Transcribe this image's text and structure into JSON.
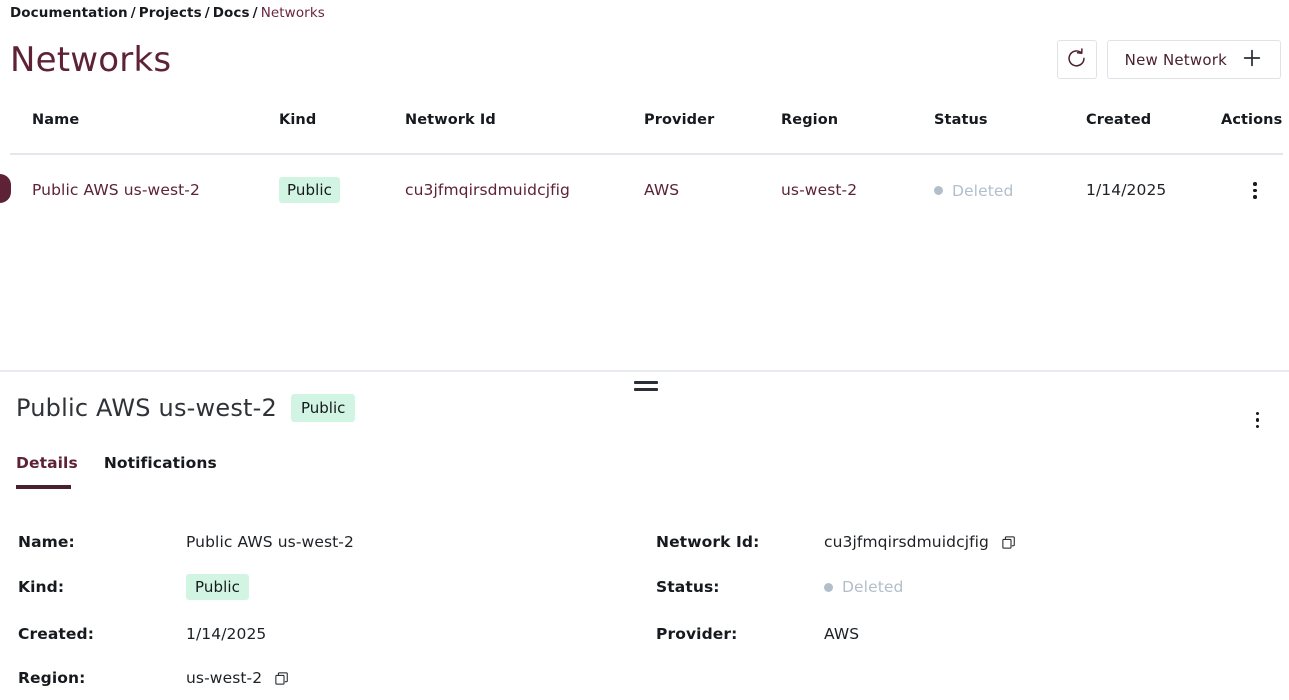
{
  "breadcrumb": {
    "items": [
      "Documentation",
      "Projects",
      "Docs",
      "Networks"
    ],
    "separator": "/"
  },
  "page": {
    "title": "Networks"
  },
  "toolbar": {
    "refresh_icon": "refresh-counterclockwise-icon",
    "new_network_label": "New Network",
    "new_network_icon": "plus-icon"
  },
  "table": {
    "columns": [
      "Name",
      "Kind",
      "Network Id",
      "Provider",
      "Region",
      "Status",
      "Created",
      "Actions"
    ],
    "rows": [
      {
        "name": "Public AWS us-west-2",
        "kind": "Public",
        "network_id": "cu3jfmqirsdmuidcjfig",
        "provider": "AWS",
        "region": "us-west-2",
        "status": "Deleted",
        "created": "1/14/2025",
        "actions_icon": "kebab-menu-icon",
        "selected": true
      }
    ]
  },
  "detail": {
    "title": "Public AWS us-west-2",
    "badge": "Public",
    "actions_icon": "kebab-menu-icon",
    "tabs": [
      {
        "label": "Details",
        "active": true
      },
      {
        "label": "Notifications",
        "active": false
      }
    ],
    "fields_left": [
      {
        "label": "Name:",
        "value": "Public AWS us-west-2",
        "type": "text"
      },
      {
        "label": "Kind:",
        "value": "Public",
        "type": "badge"
      },
      {
        "label": "Created:",
        "value": "1/14/2025",
        "type": "text"
      },
      {
        "label": "Region:",
        "value": "us-west-2",
        "type": "text-copy"
      }
    ],
    "fields_right": [
      {
        "label": "Network Id:",
        "value": "cu3jfmqirsdmuidcjfig",
        "type": "text-copy"
      },
      {
        "label": "Status:",
        "value": "Deleted",
        "type": "status"
      },
      {
        "label": "Provider:",
        "value": "AWS",
        "type": "text"
      }
    ],
    "copy_icon": "copy-icon"
  },
  "colors": {
    "accent": "#5d2236",
    "accent_dark": "#4a1f30",
    "badge_bg": "#d2f5e3",
    "status_muted": "#b2bfca",
    "border": "#e3e7ec",
    "text": "#16191d"
  }
}
